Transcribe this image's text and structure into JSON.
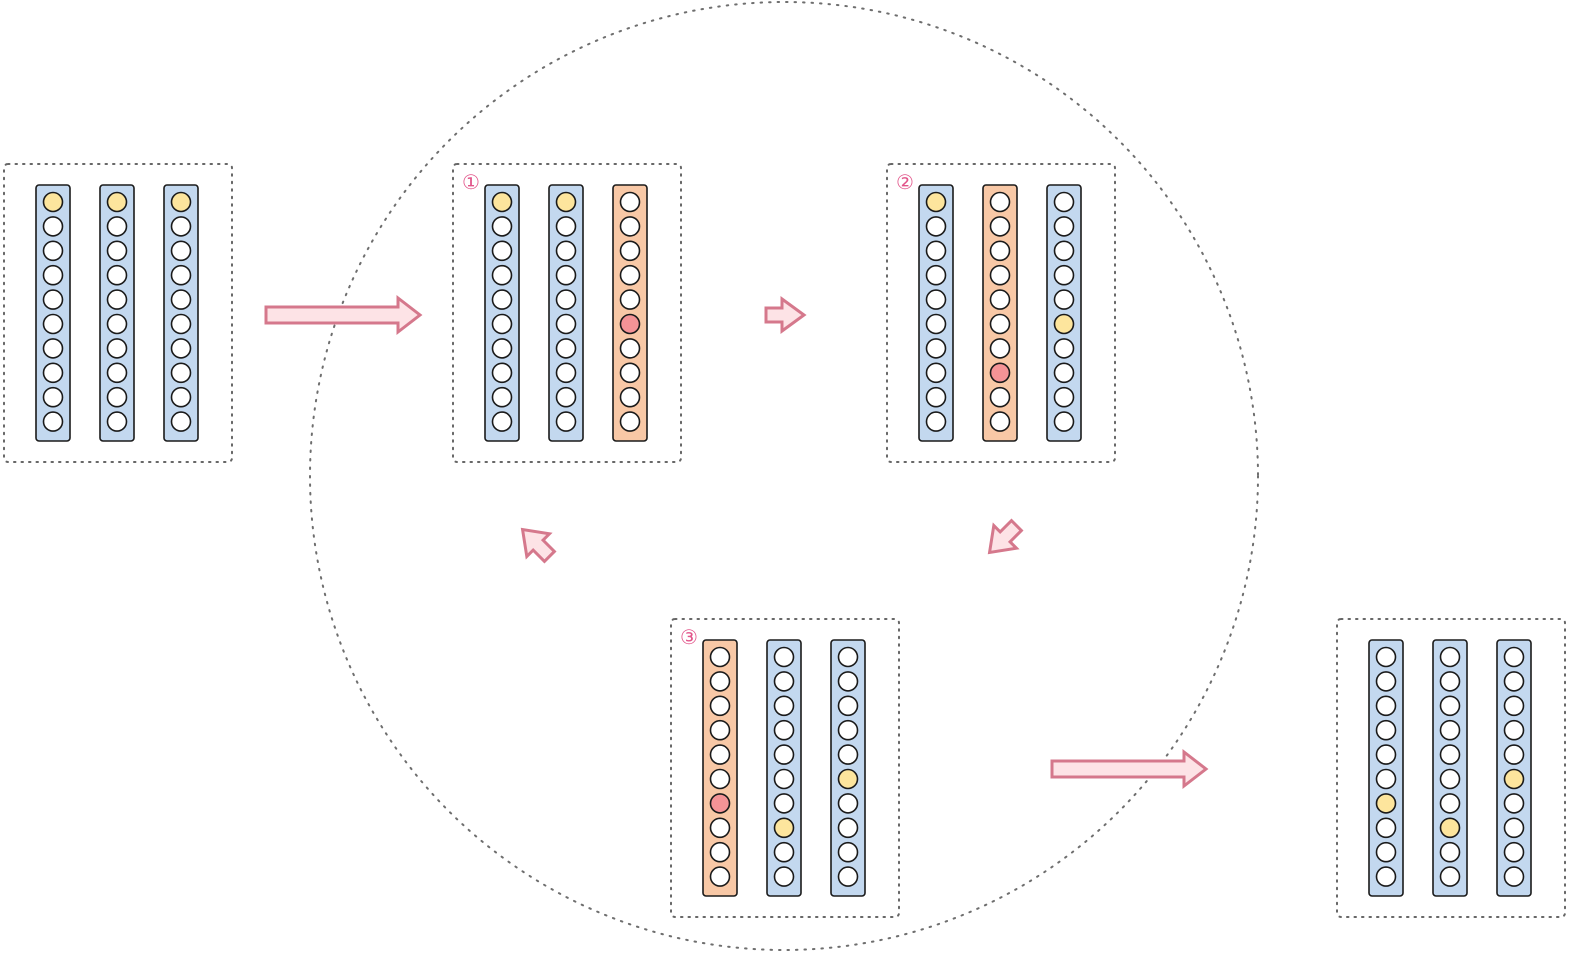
{
  "colors": {
    "column_blue": "#c3d8ef",
    "column_orange": "#f8c8a6",
    "cell_empty": "#ffffff",
    "cell_yellow": "#fde59d",
    "cell_red": "#f49396",
    "arrow_fill": "#fde3e6",
    "arrow_stroke": "#d5788c",
    "step_label": "#e2558a"
  },
  "cells_per_column": 10,
  "groups": [
    {
      "id": "input",
      "label": "",
      "columns": [
        {
          "color": "blue",
          "highlights": [
            {
              "index": 0,
              "color": "yellow"
            }
          ]
        },
        {
          "color": "blue",
          "highlights": [
            {
              "index": 0,
              "color": "yellow"
            }
          ]
        },
        {
          "color": "blue",
          "highlights": [
            {
              "index": 0,
              "color": "yellow"
            }
          ]
        }
      ]
    },
    {
      "id": "step-1",
      "label": "①",
      "columns": [
        {
          "color": "blue",
          "highlights": [
            {
              "index": 0,
              "color": "yellow"
            }
          ]
        },
        {
          "color": "blue",
          "highlights": [
            {
              "index": 0,
              "color": "yellow"
            }
          ]
        },
        {
          "color": "orange",
          "highlights": [
            {
              "index": 5,
              "color": "red"
            }
          ]
        }
      ]
    },
    {
      "id": "step-2",
      "label": "②",
      "columns": [
        {
          "color": "blue",
          "highlights": [
            {
              "index": 0,
              "color": "yellow"
            }
          ]
        },
        {
          "color": "orange",
          "highlights": [
            {
              "index": 7,
              "color": "red"
            }
          ]
        },
        {
          "color": "blue",
          "highlights": [
            {
              "index": 5,
              "color": "yellow"
            }
          ]
        }
      ]
    },
    {
      "id": "step-3",
      "label": "③",
      "columns": [
        {
          "color": "orange",
          "highlights": [
            {
              "index": 6,
              "color": "red"
            }
          ]
        },
        {
          "color": "blue",
          "highlights": [
            {
              "index": 7,
              "color": "yellow"
            }
          ]
        },
        {
          "color": "blue",
          "highlights": [
            {
              "index": 5,
              "color": "yellow"
            }
          ]
        }
      ]
    },
    {
      "id": "output",
      "label": "",
      "columns": [
        {
          "color": "blue",
          "highlights": [
            {
              "index": 6,
              "color": "yellow"
            }
          ]
        },
        {
          "color": "blue",
          "highlights": [
            {
              "index": 7,
              "color": "yellow"
            }
          ]
        },
        {
          "color": "blue",
          "highlights": [
            {
              "index": 5,
              "color": "yellow"
            }
          ]
        }
      ]
    }
  ],
  "arrows": [
    {
      "id": "input-to-step-1",
      "kind": "long",
      "direction": "right"
    },
    {
      "id": "step-1-to-step-2",
      "kind": "short",
      "direction": "right"
    },
    {
      "id": "step-2-to-step-3",
      "kind": "short",
      "direction": "down-left"
    },
    {
      "id": "step-3-to-step-1",
      "kind": "short",
      "direction": "up-left"
    },
    {
      "id": "cycle-to-output",
      "kind": "long",
      "direction": "right"
    }
  ]
}
